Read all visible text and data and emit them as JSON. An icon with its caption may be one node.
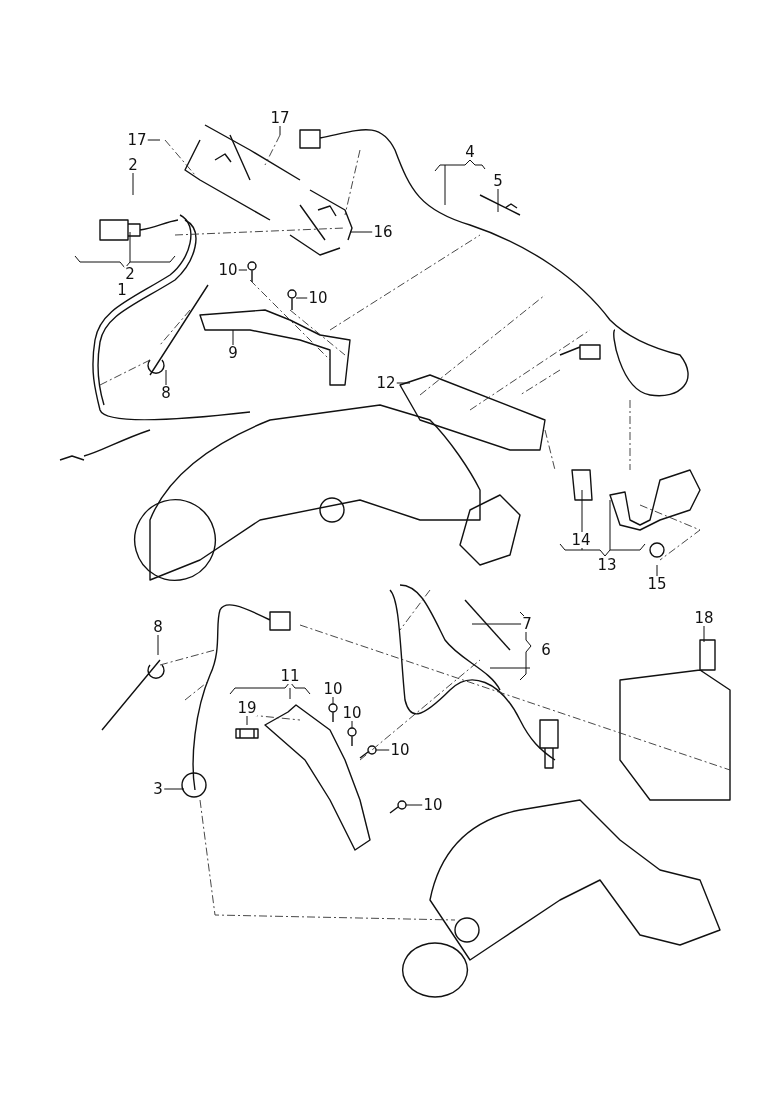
{
  "diagram": {
    "nodes": [
      {
        "text": [
          "17"
        ]
      },
      {
        "text": [
          "17"
        ]
      },
      {
        "text": [
          "2"
        ]
      },
      {
        "text": [
          "5"
        ]
      },
      {
        "text": [
          "16"
        ]
      },
      {
        "text": [
          "10"
        ]
      },
      {
        "text": [
          "10"
        ]
      },
      {
        "text": [
          "9"
        ]
      },
      {
        "text": [
          "8"
        ]
      },
      {
        "text": [
          "12"
        ]
      },
      {
        "text": [
          "15"
        ]
      },
      {
        "text": [
          "8"
        ]
      },
      {
        "text": [
          "7"
        ]
      },
      {
        "text": [
          "18"
        ]
      },
      {
        "text": [
          "19"
        ]
      },
      {
        "text": [
          "10"
        ]
      },
      {
        "text": [
          "10"
        ]
      },
      {
        "text": [
          "10"
        ]
      },
      {
        "text": [
          "10"
        ]
      },
      {
        "text": [
          "3"
        ]
      },
      {
        "text": [
          "4"
        ]
      },
      {
        "text": [
          "2"
        ]
      },
      {
        "text": [
          "1"
        ]
      },
      {
        "text": [
          "14"
        ]
      },
      {
        "text": [
          "13"
        ]
      },
      {
        "text": [
          "6"
        ]
      },
      {
        "text": [
          "11"
        ]
      }
    ],
    "edges": [
      {
        "from": 0,
        "to": null,
        "arrow": "none"
      },
      {
        "from": 1,
        "to": null,
        "arrow": "none"
      },
      {
        "from": 2,
        "to": null,
        "arrow": "none"
      },
      {
        "from": 3,
        "to": null,
        "arrow": "none"
      },
      {
        "from": 4,
        "to": null,
        "arrow": "none"
      },
      {
        "from": 5,
        "to": null,
        "arrow": "none"
      },
      {
        "from": 6,
        "to": null,
        "arrow": "none"
      },
      {
        "from": 7,
        "to": null,
        "arrow": "none"
      },
      {
        "from": 8,
        "to": null,
        "arrow": "none"
      },
      {
        "from": 9,
        "to": null,
        "arrow": "none"
      },
      {
        "from": 10,
        "to": null,
        "arrow": "none"
      },
      {
        "from": 11,
        "to": null,
        "arrow": "none"
      },
      {
        "from": 12,
        "to": null,
        "arrow": "none"
      },
      {
        "from": 13,
        "to": null,
        "arrow": "none"
      },
      {
        "from": 14,
        "to": null,
        "arrow": "none"
      },
      {
        "from": 15,
        "to": null,
        "arrow": "none"
      },
      {
        "from": 16,
        "to": null,
        "arrow": "none"
      },
      {
        "from": 17,
        "to": null,
        "arrow": "none"
      },
      {
        "from": 18,
        "to": null,
        "arrow": "none"
      },
      {
        "from": 19,
        "to": null,
        "arrow": "none"
      }
    ]
  }
}
